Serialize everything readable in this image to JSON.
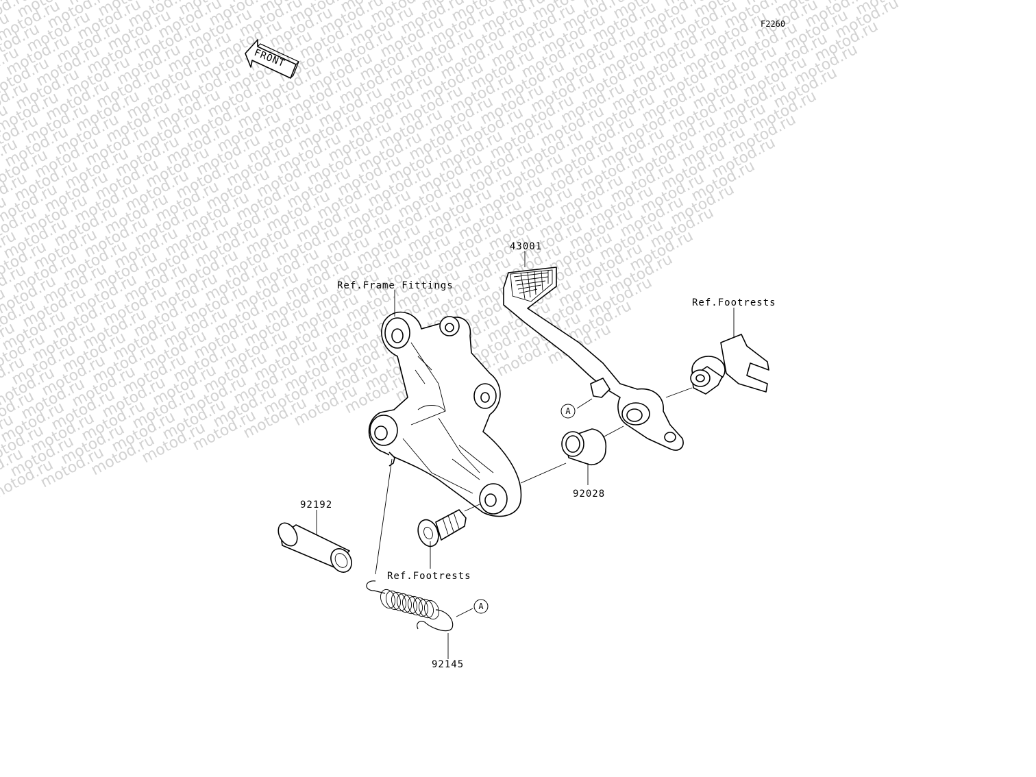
{
  "figure_code": "F2260",
  "front_arrow_label": "FRONT",
  "watermark": "motod.ru",
  "callouts": {
    "ref_frame_fittings": "Ref.Frame Fittings",
    "part_43001": "43001",
    "ref_footrests_right": "Ref.Footrests",
    "part_92028": "92028",
    "part_92192": "92192",
    "ref_footrests_bottom": "Ref.Footrests",
    "part_92145": "92145",
    "marker_a_upper": "A",
    "marker_a_lower": "A"
  }
}
